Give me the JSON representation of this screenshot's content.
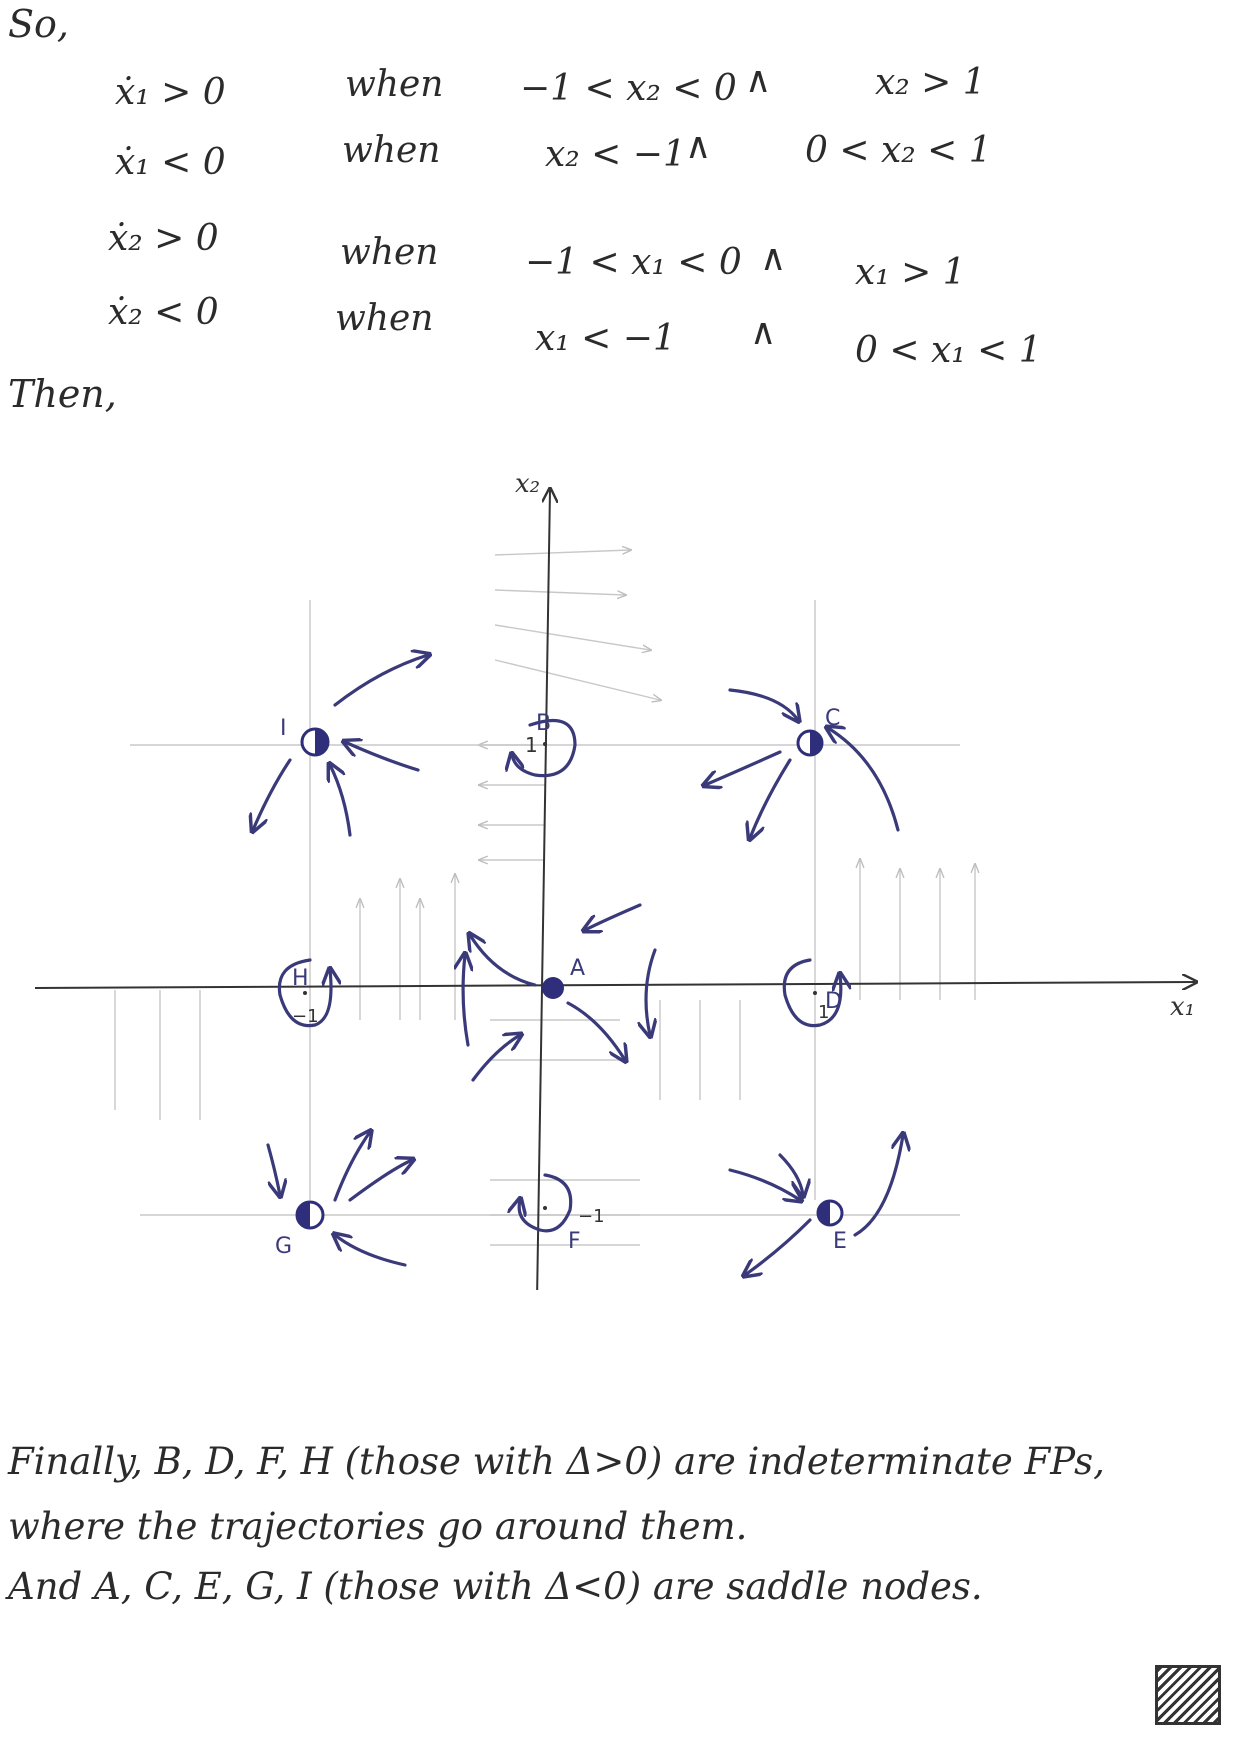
{
  "header": {
    "intro": "So,",
    "then": "Then,"
  },
  "conditions": [
    {
      "lhs": "ẋ₁ > 0",
      "when": "when",
      "left": "−1 < x₂ < 0",
      "op": "∧",
      "right": "x₂ > 1"
    },
    {
      "lhs": "ẋ₁ < 0",
      "when": "when",
      "left": "x₂ < −1",
      "op": "∧",
      "right": "0 < x₂ < 1"
    },
    {
      "lhs": "ẋ₂ > 0",
      "when": "when",
      "left": "−1 < x₁ < 0",
      "op": "∧",
      "right": "x₁ > 1"
    },
    {
      "lhs": "ẋ₂ < 0",
      "when": "when",
      "left": "x₁ < −1",
      "op": "∧",
      "right": "0 < x₁ < 1"
    }
  ],
  "diagram": {
    "axes": {
      "x_label": "x₁",
      "y_label": "x₂"
    },
    "ticks": {
      "y_pos": "1",
      "y_neg": "−1",
      "x_neg": "−1",
      "x_pos": "1"
    },
    "points": [
      {
        "label": "A",
        "type": "saddle"
      },
      {
        "label": "B",
        "type": "center"
      },
      {
        "label": "C",
        "type": "saddle"
      },
      {
        "label": "D",
        "type": "center"
      },
      {
        "label": "E",
        "type": "saddle"
      },
      {
        "label": "F",
        "type": "center"
      },
      {
        "label": "G",
        "type": "saddle"
      },
      {
        "label": "H",
        "type": "center"
      },
      {
        "label": "I",
        "type": "saddle"
      }
    ],
    "ink_color": "#3a3a7a"
  },
  "conclusion": {
    "line1": "Finally, B, D, F, H (those with Δ>0) are indeterminate FPs,",
    "line2": "where the trajectories go around them.",
    "line3": "And A, C, E, G, I (those with Δ<0) are saddle nodes."
  }
}
